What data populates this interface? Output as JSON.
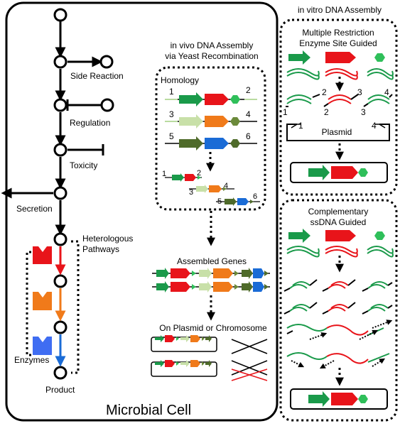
{
  "cell": {
    "title": "Microbial Cell",
    "pathway_labels": {
      "side_reaction": "Side Reaction",
      "regulation": "Regulation",
      "toxicity": "Toxicity",
      "secretion": "Secretion",
      "heterologous_line1": "Heterologous",
      "heterologous_line2": "Pathways",
      "enzymes": "Enzymes",
      "product": "Product"
    }
  },
  "in_vivo": {
    "title_line1": "in vivo DNA Assembly",
    "title_line2": "via Yeast Recombination",
    "homology_label": "Homology",
    "fragment_numbers": [
      "1",
      "2",
      "3",
      "4",
      "5",
      "6"
    ],
    "assembled_label": "Assembled Genes",
    "plasmid_chromosome_label": "On Plasmid or Chromosome"
  },
  "in_vitro": {
    "title": "in vitro DNA Assembly",
    "restriction": {
      "title_line1": "Multiple Restriction",
      "title_line2": "Enzyme Site Guided",
      "site_numbers": [
        "1",
        "2",
        "3",
        "4"
      ],
      "plasmid_label": "Plasmid"
    },
    "complementary": {
      "title_line1": "Complementary",
      "title_line2": "ssDNA Guided"
    }
  },
  "colors": {
    "promoter_green": "#1a9a4a",
    "gene_red": "#e8141a",
    "gene_orange": "#f07a1a",
    "gene_blue": "#1a6bd6",
    "terminator_green": "#2fbf5a",
    "light_green": "#b9dba0",
    "olive": "#4f6b2a"
  }
}
